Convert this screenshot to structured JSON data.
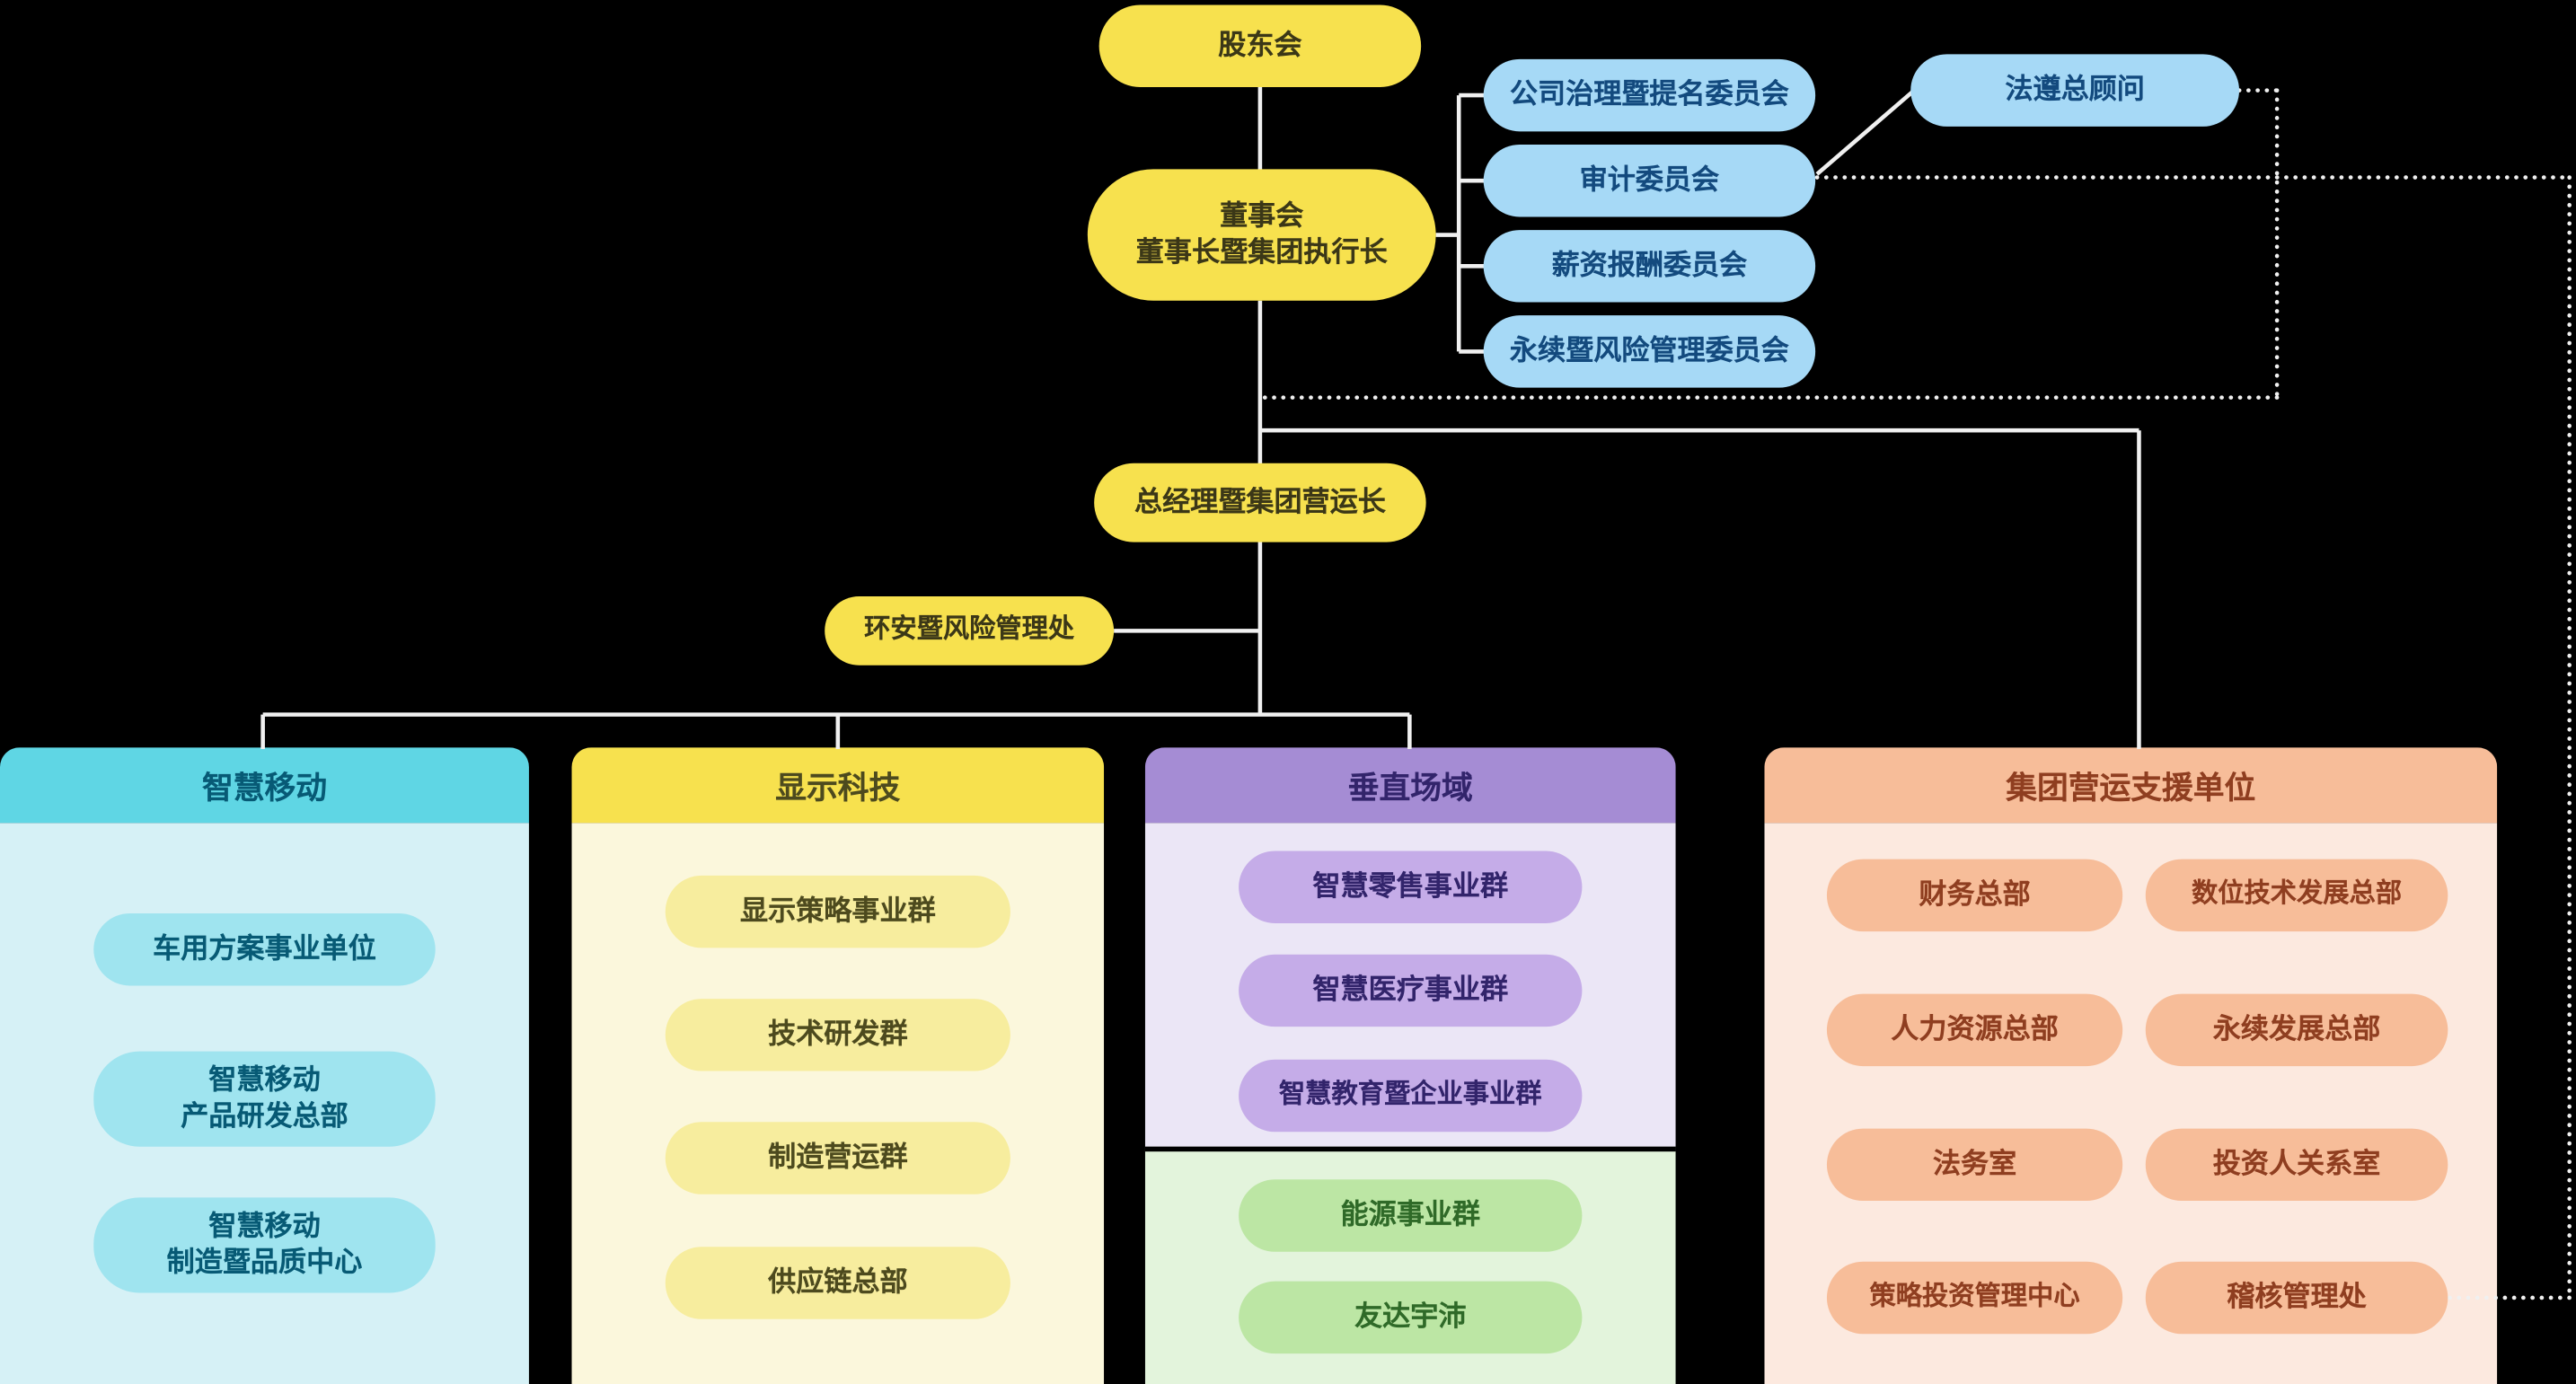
{
  "colors": {
    "background": "#000000",
    "node_yellow": "#F7E14E",
    "node_blue": "#A6D9F6",
    "connector": "#F0F0F0",
    "mobility_header": "#5FD6E4",
    "mobility_body": "#D6F1F6",
    "mobility_pill": "#9FE4EF",
    "display_header": "#F7E14E",
    "display_body": "#FBF7DC",
    "display_pill": "#F7ED9E",
    "vertical_header": "#A58CD4",
    "vertical_body": "#EBE6F6",
    "vertical_pill": "#C5ACE8",
    "energy_body": "#E3F4DC",
    "energy_pill": "#BCE6A4",
    "support_header": "#F7BD99",
    "support_body": "#FCE9DF",
    "support_pill": "#F7BD99"
  },
  "nodes": {
    "shareholders": "股东会",
    "board": "董事会\n董事长暨集团执行长",
    "committee_governance": "公司治理暨提名委员会",
    "committee_audit": "审计委员会",
    "committee_compensation": "薪资报酬委员会",
    "committee_sustainability": "永续暨风险管理委员会",
    "chief_compliance": "法遵总顾问",
    "president": "总经理暨集团营运长",
    "esh_risk": "环安暨风险管理处"
  },
  "columns": {
    "mobility": {
      "title": "智慧移动",
      "items": [
        "车用方案事业单位",
        "智慧移动\n产品研发总部",
        "智慧移动\n制造暨品质中心"
      ]
    },
    "display": {
      "title": "显示科技",
      "items": [
        "显示策略事业群",
        "技术研发群",
        "制造营运群",
        "供应链总部"
      ]
    },
    "vertical": {
      "title": "垂直场域",
      "items": [
        "智慧零售事业群",
        "智慧医疗事业群",
        "智慧教育暨企业事业群"
      ],
      "energy_items": [
        "能源事业群",
        "友达宇沛"
      ]
    },
    "support": {
      "title": "集团营运支援单位",
      "items_left": [
        "财务总部",
        "人力资源总部",
        "法务室",
        "策略投资管理中心"
      ],
      "items_right": [
        "数位技术发展总部",
        "永续发展总部",
        "投资人关系室",
        "稽核管理处"
      ]
    }
  }
}
